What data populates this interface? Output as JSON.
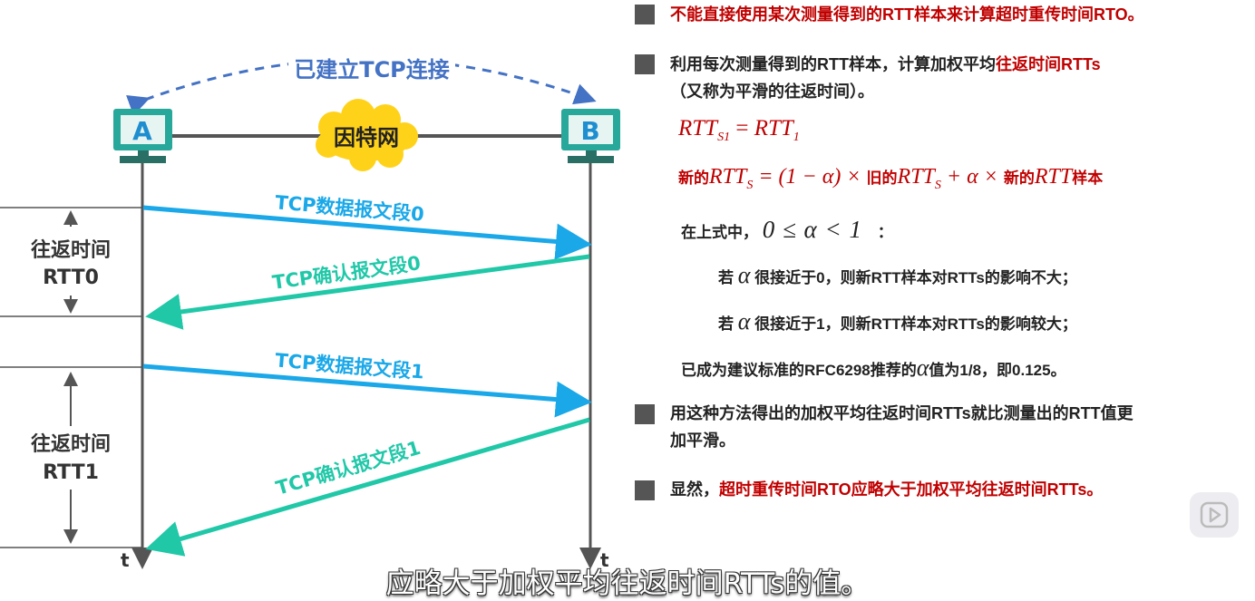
{
  "diagram": {
    "connection_label": "已建立TCP连接",
    "host_a": "A",
    "host_b": "B",
    "internet_label": "因特网",
    "time_a": "t",
    "time_b": "t",
    "messages": [
      {
        "label": "TCP数据报文段0"
      },
      {
        "label": "TCP确认报文段0"
      },
      {
        "label": "TCP数据报文段1"
      },
      {
        "label": "TCP确认报文段1"
      }
    ],
    "rtt0": {
      "line1": "往返时间",
      "line2": "RTT0"
    },
    "rtt1": {
      "line1": "往返时间",
      "line2": "RTT1"
    }
  },
  "notes": {
    "b1_red": "不能直接使用某次测量得到的RTT样本来计算超时重传时间RTO。",
    "b2_pre": "利用每次测量得到的RTT样本，计算加权平均",
    "b2_red": "往返时间RTTs",
    "b2_line2": "（又称为平滑的往返时间）。",
    "f1_lhs": "RTT",
    "f1_lhs_sub": "S1",
    "f1_eq": "=",
    "f1_rhs": "RTT",
    "f1_rhs_sub": "1",
    "f2_new": "新的",
    "f2_rtt": "RTT",
    "f2_sub": "S",
    "f2_mid": "= (1 − α) ×",
    "f2_old": "旧的",
    "f2_rtt2": "RTT",
    "f2_sub2": "S",
    "f2_plus": "+ α ×",
    "f2_new2": "新的",
    "f2_rtt3": "RTT",
    "f2_sample": "样本",
    "cond_pre": "在上式中，",
    "cond_math": "0 ≤ α < 1",
    "cond_colon": "：",
    "if_word": "若",
    "alpha": "α",
    "l1_rest": "很接近于0，则新RTT样本对RTTs的影响不大；",
    "l2_rest": "很接近于1，则新RTT样本对RTTs的影响较大；",
    "rfc_pre": "已成为建议标准的RFC6298推荐的",
    "rfc_post": "值为1/8，即0.125。",
    "b3_line1": "用这种方法得出的加权平均往返时间RTTs就比测量出的RTT值更",
    "b3_line2": "加平滑。",
    "b4_pre": "显然，",
    "b4_red": "超时重传时间RTO应略大于加权平均往返时间RTTs。"
  },
  "subtitle": "应略大于加权平均往返时间RTTs的值。",
  "colors": {
    "data_arrow": "#1aa8e8",
    "ack_arrow": "#20c8a8",
    "connection": "#4472c4",
    "host": "#27a89a",
    "internet": "#ffd21a",
    "red_text": "#c00000"
  }
}
